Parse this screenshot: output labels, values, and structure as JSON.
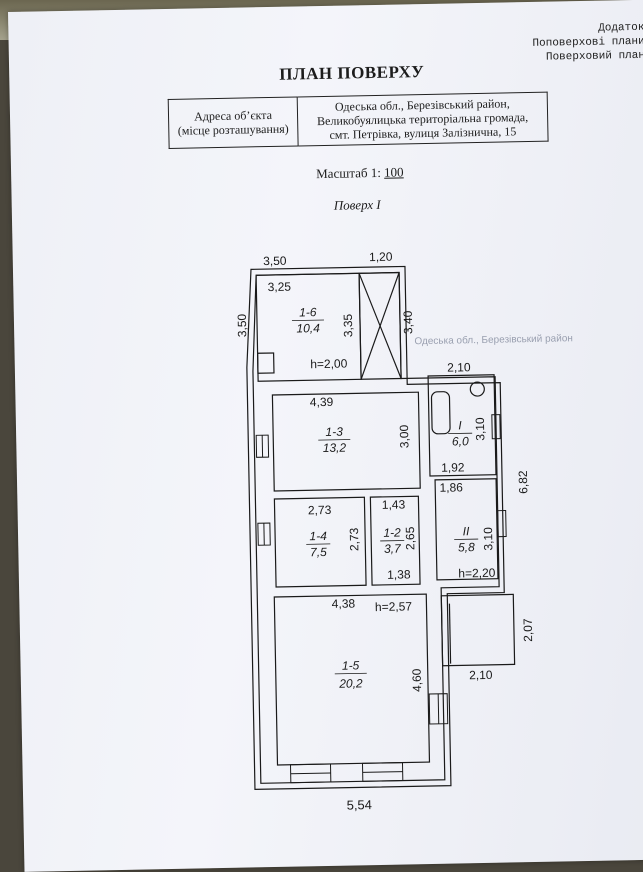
{
  "header": {
    "line1": "Додаток",
    "line2": "Поповерхові плани",
    "line3": "Поверховий план"
  },
  "title": "ПЛАН ПОВЕРХУ",
  "address": {
    "label_line1": "Адреса об’єкта",
    "label_line2": "(місце розташування)",
    "value_line1": "Одеська обл., Березівський район,",
    "value_line2": "Великобуялицька територіальна громада,",
    "value_line3": "смт. Петрівка, вулиця Залізнична, 15"
  },
  "scale": {
    "label": "Масштаб 1:",
    "value": "100"
  },
  "floor_label": "Поверх I",
  "faint_text": "Одеська обл., Березівський район",
  "rooms": [
    {
      "id": "1-6",
      "area": "10,4"
    },
    {
      "id": "1-3",
      "area": "13,2"
    },
    {
      "id": "1-4",
      "area": "7,5"
    },
    {
      "id": "1-2",
      "area": "3,7"
    },
    {
      "id": "1-5",
      "area": "20,2"
    },
    {
      "id": "I",
      "area": "6,0"
    },
    {
      "id": "II",
      "area": "5,8"
    }
  ],
  "dimensions": {
    "top_left_outer": "3,50",
    "top_right_outer": "1,20",
    "room16_width": "3,25",
    "left_outer": "3,50",
    "room16_height": "3,35",
    "porch_height": "3,40",
    "height_1": "h=2,00",
    "wc_top": "2,10",
    "room13_width": "4,39",
    "room13_height": "3,00",
    "roomI_height": "3,10",
    "roomI_bottom": "1,92",
    "roomII_top": "1,86",
    "right_total": "6,82",
    "room14_width": "2,73",
    "room14_height": "2,73",
    "room12_width": "1,43",
    "room12_height": "2,65",
    "roomII_height": "3,10",
    "room12_bottom": "1,38",
    "height_2": "h=2,20",
    "room15_width": "4,38",
    "height_3": "h=2,57",
    "porch2_height": "2,07",
    "porch2_width": "2,10",
    "room15_height": "4,60",
    "bottom_total": "5,54"
  }
}
